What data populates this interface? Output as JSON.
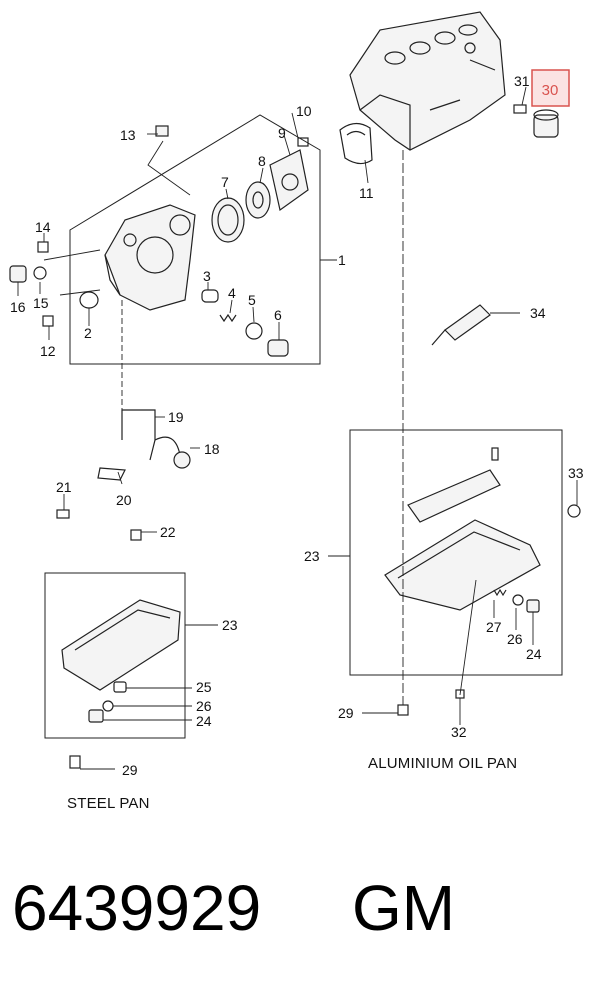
{
  "callouts": {
    "n1": "1",
    "n2": "2",
    "n3": "3",
    "n4": "4",
    "n5": "5",
    "n6": "6",
    "n7": "7",
    "n8": "8",
    "n9": "9",
    "n10": "10",
    "n11": "11",
    "n12": "12",
    "n13": "13",
    "n14": "14",
    "n15": "15",
    "n16": "16",
    "n18": "18",
    "n19": "19",
    "n20": "20",
    "n21": "21",
    "n22": "22",
    "n23_al": "23",
    "n23_st": "23",
    "n24_al": "24",
    "n24_st": "24",
    "n25": "25",
    "n26_al": "26",
    "n26_st": "26",
    "n27": "27",
    "n29_al": "29",
    "n29_st": "29",
    "n30": "30",
    "n31": "31",
    "n32": "32",
    "n33": "33",
    "n34": "34"
  },
  "captions": {
    "aluminium": "ALUMINIUM OIL PAN",
    "steel": "STEEL PAN"
  },
  "footer": {
    "part_number": "6439929",
    "brand": "GM"
  },
  "colors": {
    "highlight": "#d9534f",
    "highlight_fill": "#fbe3e3"
  }
}
